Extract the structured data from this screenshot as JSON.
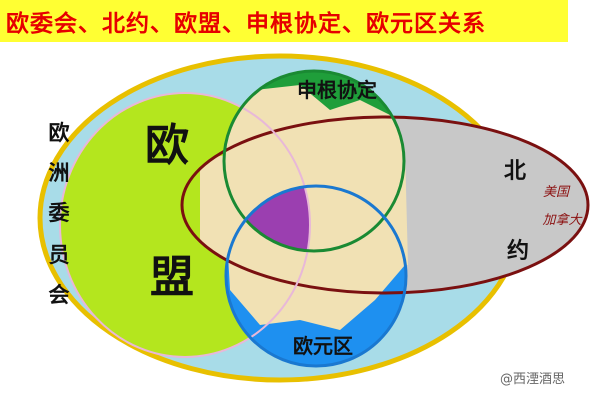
{
  "title": "欧委会、北约、欧盟、申根协定、欧元区关系",
  "regions": {
    "commission": {
      "label_chars": [
        "欧",
        "洲",
        "委",
        "员",
        "会"
      ]
    },
    "eu": {
      "label_chars": [
        "欧",
        "盟"
      ]
    },
    "schengen": {
      "label": "申根协定"
    },
    "eurozone": {
      "label": "欧元区"
    },
    "nato": {
      "label_chars": [
        "北",
        "约"
      ],
      "handwritten_members": [
        "美国",
        "加拿大"
      ]
    }
  },
  "watermark": "@西湮酒思",
  "colors": {
    "title_bg": "#ffff33",
    "title_text": "#e60000",
    "commission_fill": "#a8dce8",
    "commission_border": "#e8c000",
    "eu_fill": "#b4e61e",
    "schengen_fill": "#1f9e3a",
    "eurozone_fill": "#1e90f0",
    "nato_fill": "#c8c8c8",
    "nato_border": "#7a1010",
    "map_fill": "#f1e1b4",
    "center_fill": "#9b3fb0",
    "handwriting": "#8b1010"
  }
}
